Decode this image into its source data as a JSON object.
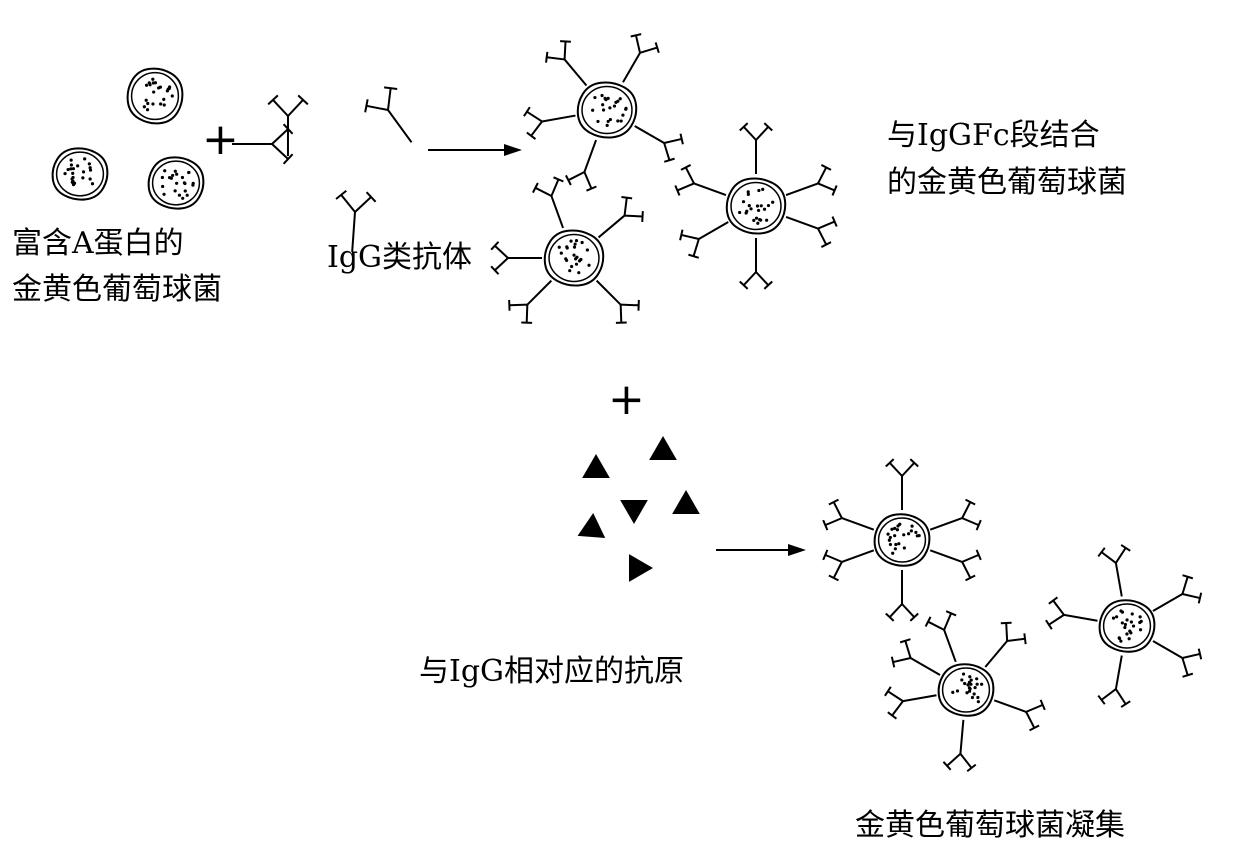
{
  "labels": {
    "bacteria_line1": "富含A蛋白的",
    "bacteria_line2": "金黄色葡萄球菌",
    "antibody": "IgG类抗体",
    "bound_line1": "与IgGFc段结合",
    "bound_line2": "的金黄色葡萄球菌",
    "antigen": "与IgG相对应的抗原",
    "agglutination": "金黄色葡萄球菌凝集"
  },
  "symbols": {
    "plus_top": "+",
    "plus_middle": "+"
  },
  "colors": {
    "ink": "#000000",
    "background": "#ffffff"
  }
}
